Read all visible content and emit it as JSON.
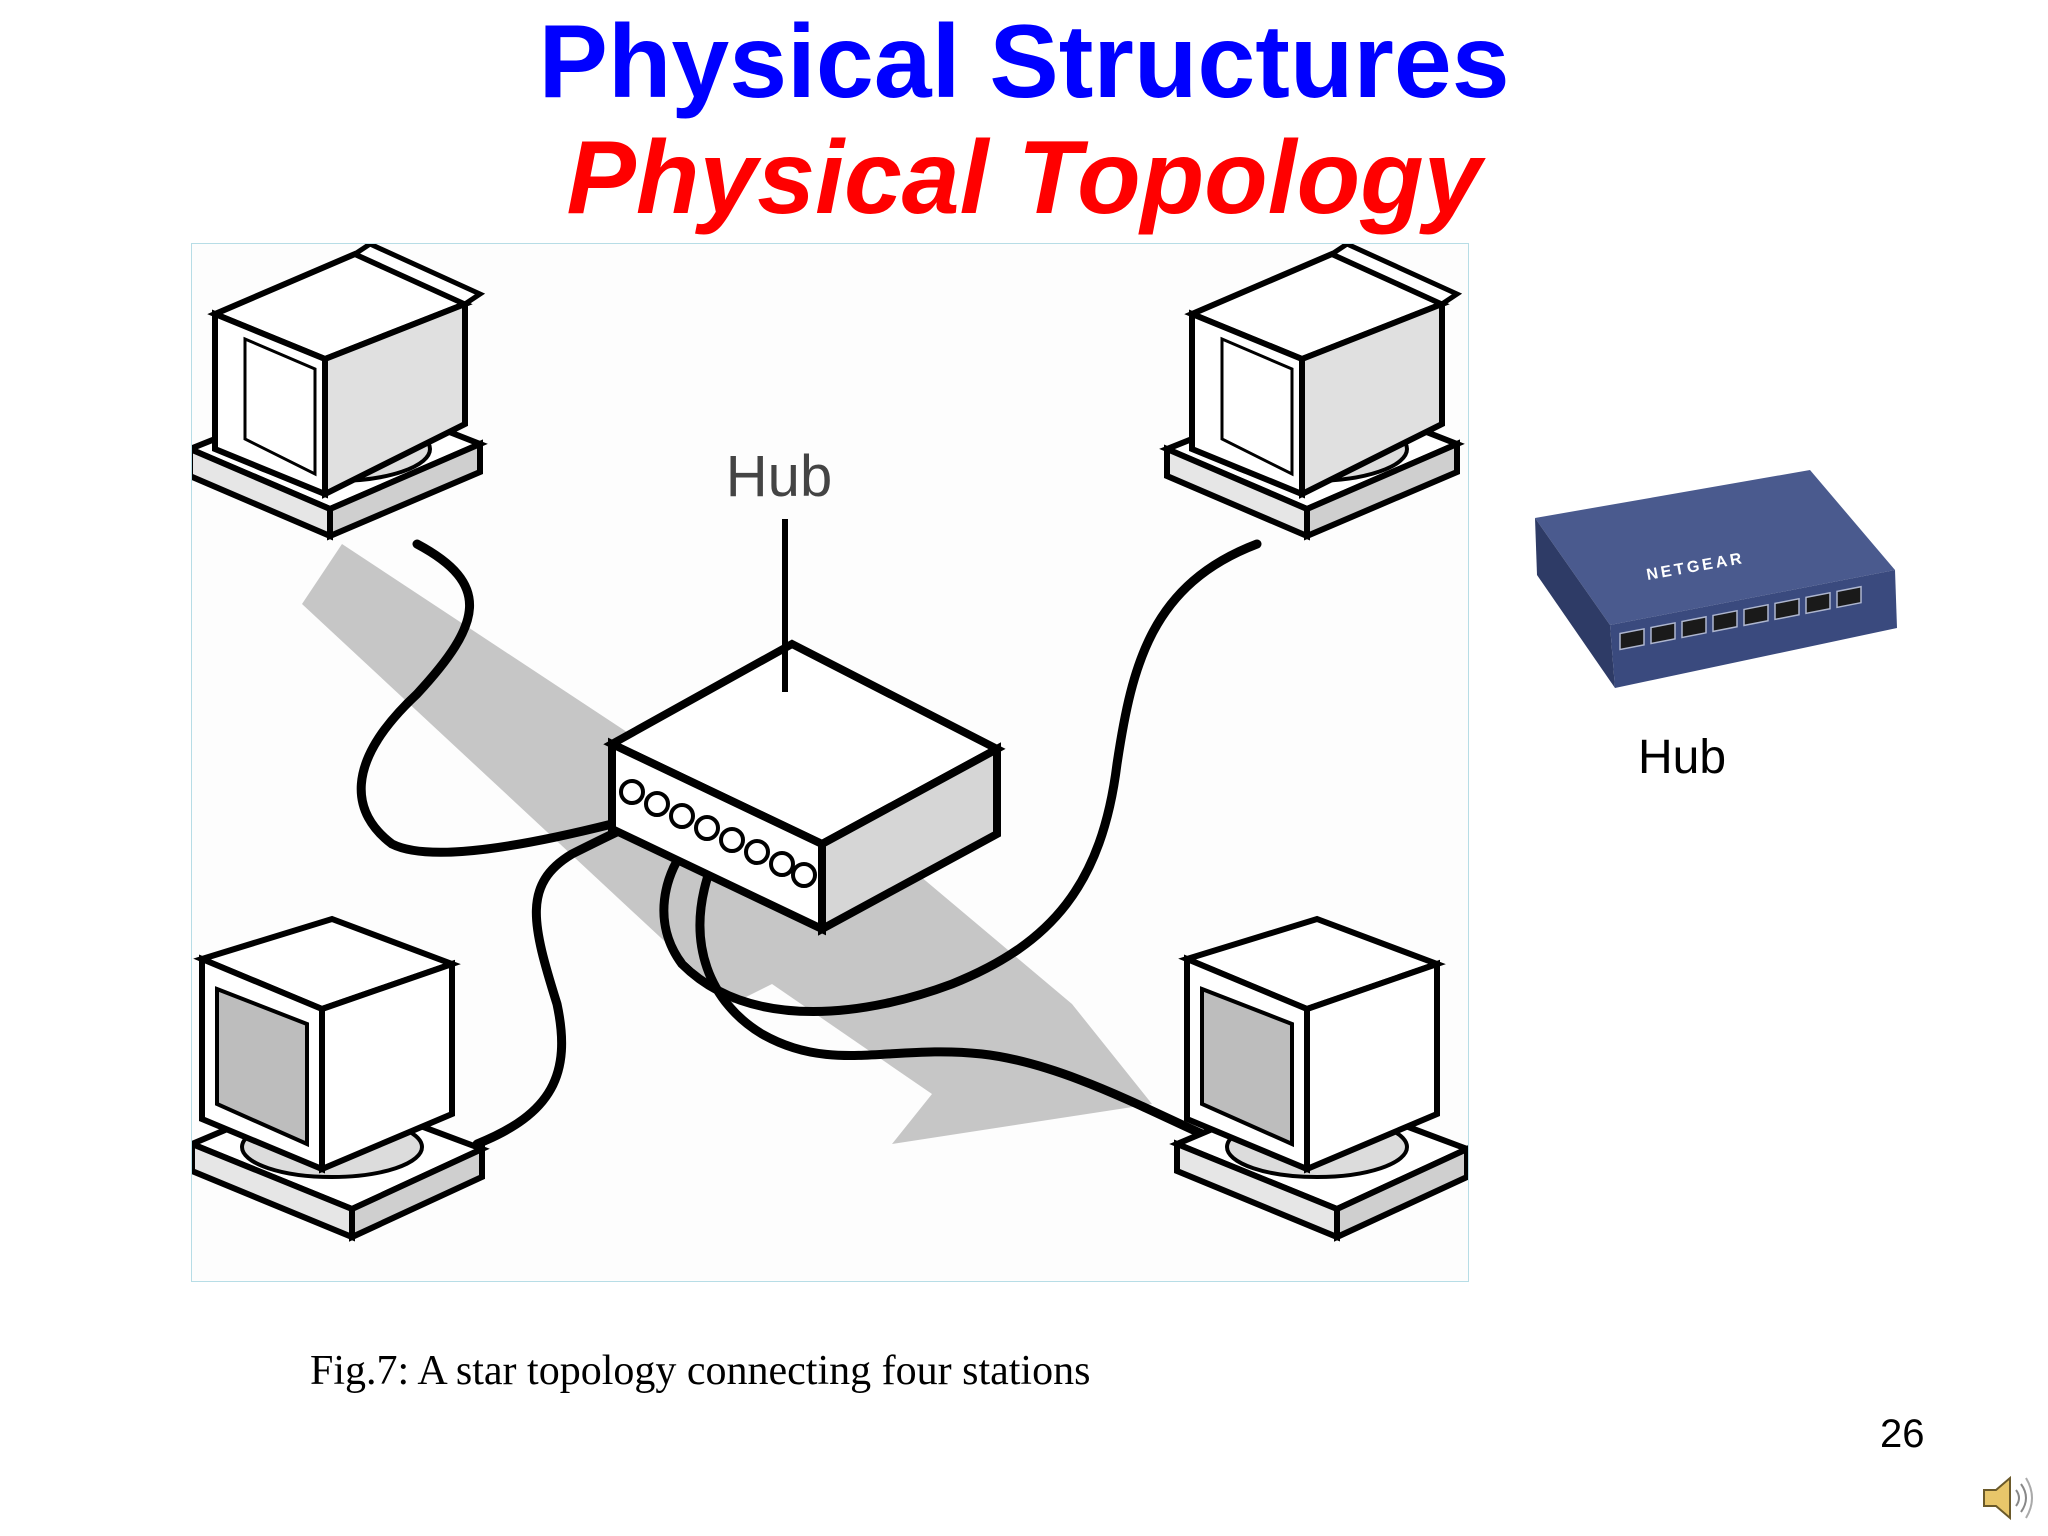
{
  "slide": {
    "title": "Physical Structures",
    "subtitle": "Physical Topology",
    "page_number": "26"
  },
  "diagram": {
    "hub_label": "Hub",
    "caption": "Fig.7: A star topology connecting four stations"
  },
  "photo": {
    "caption": "Hub",
    "brand_text": "NETGEAR"
  },
  "colors": {
    "title": "#0000ff",
    "subtitle": "#ff0000",
    "hub_photo": "#3a4a7e"
  },
  "icons": [
    "computer-icon",
    "hub-box-icon",
    "network-hub-photo",
    "speaker-icon"
  ]
}
